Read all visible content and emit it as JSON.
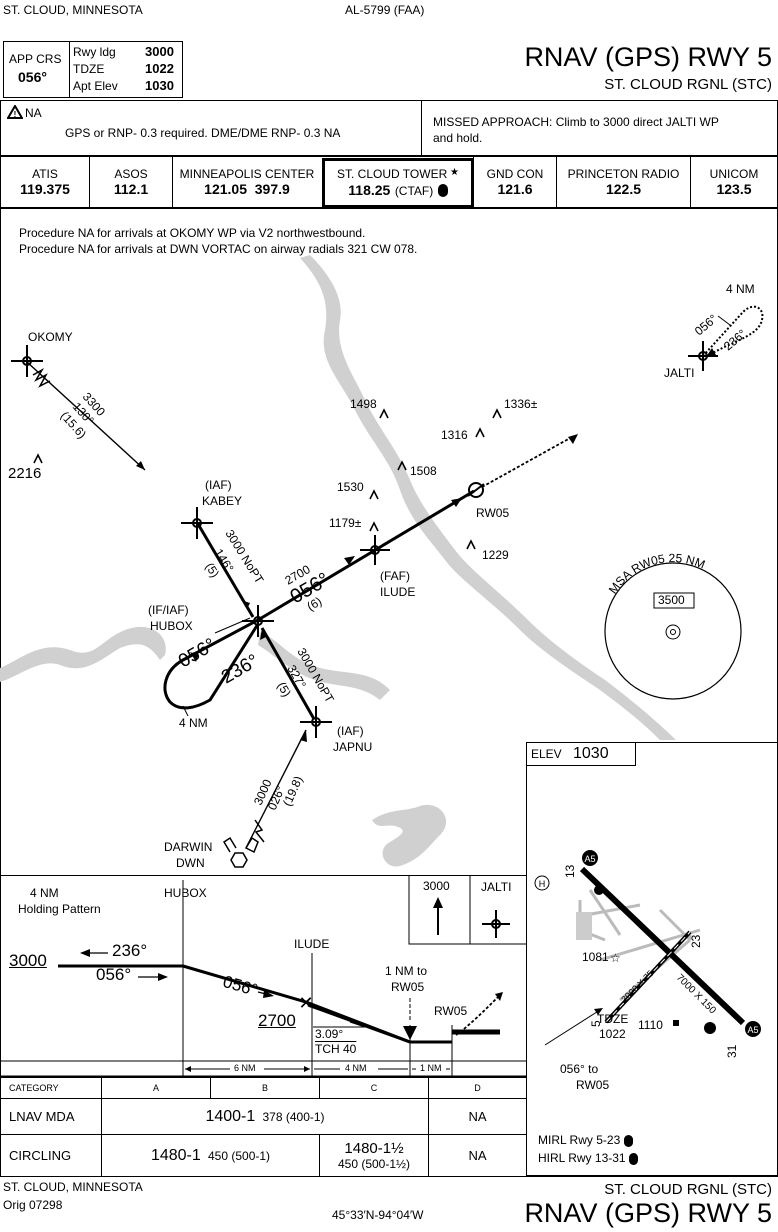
{
  "header": {
    "location": "ST. CLOUD, MINNESOTA",
    "chart_id": "AL-5799 (FAA)",
    "title": "RNAV (GPS) RWY 5",
    "airport": "ST. CLOUD RGNL (STC)",
    "app_crs_label": "APP CRS",
    "app_crs_value": "056°",
    "rwy_ldg_label": "Rwy ldg",
    "rwy_ldg_value": "3000",
    "tdze_label": "TDZE",
    "tdze_value": "1022",
    "apt_elev_label": "Apt Elev",
    "apt_elev_value": "1030"
  },
  "notes": {
    "na_label": "NA",
    "gps_note": "GPS or RNP- 0.3 required.  DME/DME RNP- 0.3 NA",
    "missed_approach_line1": "MISSED APPROACH:  Climb to 3000 direct JALTI WP",
    "missed_approach_line2": "and hold."
  },
  "comms": [
    {
      "name": "ATIS",
      "freq": "119.375"
    },
    {
      "name": "ASOS",
      "freq": "112.1"
    },
    {
      "name": "MINNEAPOLIS CENTER",
      "freq": "121.05  397.9"
    },
    {
      "name": "ST. CLOUD TOWER",
      "freq": "118.25",
      "extra": "(CTAF)"
    },
    {
      "name": "GND CON",
      "freq": "121.6"
    },
    {
      "name": "PRINCETON RADIO",
      "freq": "122.5"
    },
    {
      "name": "UNICOM",
      "freq": "123.5"
    }
  ],
  "plan_view": {
    "note1": "Procedure NA for arrivals at OKOMY WP via V2 northwestbound.",
    "note2": "Procedure NA for arrivals at DWN VORTAC on airway radials 321 CW 078.",
    "fixes": {
      "okomy": "OKOMY",
      "jalti": "JALTI",
      "kabey_role": "(IAF)",
      "kabey": "KABEY",
      "hubox_role": "(IF/IAF)",
      "hubox": "HUBOX",
      "ilude_role": "(FAF)",
      "ilude": "ILUDE",
      "japnu_role": "(IAF)",
      "japnu": "JAPNU",
      "darwin": "DARWIN",
      "dwn": "DWN",
      "rw05": "RW05"
    },
    "obstacles": [
      "1498",
      "1336±",
      "1316",
      "1508",
      "1530",
      "1179±",
      "1229",
      "2216"
    ],
    "okomy_leg": {
      "alt": "3300",
      "course": "130°",
      "dist": "(15.6)"
    },
    "kabey_leg": {
      "alt": "3000 NoPT",
      "course": "146°",
      "dist": "(5)"
    },
    "final_leg": {
      "alt": "2700",
      "course": "056°",
      "dist": "(6)"
    },
    "japnu_leg": {
      "alt": "3000 NoPT",
      "course": "327°",
      "dist": "(5)"
    },
    "darwin_leg": {
      "alt": "3000",
      "course": "026°",
      "dist": "(19.8)"
    },
    "holding_in": "056°",
    "holding_out": "236°",
    "holding_len": "4 NM",
    "jalti_hold": {
      "len": "4 NM",
      "in": "056°",
      "out": "236°"
    },
    "msa": {
      "label": "MSA RW05 25 NM",
      "alt": "3500"
    }
  },
  "airport_diagram": {
    "elev_label": "ELEV",
    "elev_value": "1030",
    "rwy_13": "13",
    "rwy_23": "23",
    "rwy_5": "5",
    "rwy_31": "31",
    "dim_long": "7000 X 150",
    "dim_short": "3000 X 75",
    "obst1": "1081",
    "obst2": "1110",
    "tdze_label": "TDZE",
    "tdze_value": "1022",
    "final_crs": "056° to",
    "final_to": "RW05",
    "mirl": "MIRL Rwy 5-23",
    "hirl": "HIRL Rwy 13-31",
    "helipad": "H",
    "a5": "A5"
  },
  "profile": {
    "holding_label1": "4 NM",
    "holding_label2": "Holding Pattern",
    "hubox": "HUBOX",
    "ilude": "ILUDE",
    "alt_3000": "3000",
    "course_out": "236°",
    "course_in": "056°",
    "course_final": "056°",
    "alt_2700": "2700",
    "gs": "3.09°",
    "tch": "TCH 40",
    "nm_to": "1 NM to",
    "nm_to_rw": "RW05",
    "rw05": "RW05",
    "missed_alt": "3000",
    "jalti": "JALTI",
    "dist_6": "6 NM",
    "dist_4": "4 NM",
    "dist_1": "1 NM"
  },
  "minimums": {
    "category_label": "CATEGORY",
    "cats": [
      "A",
      "B",
      "C",
      "D"
    ],
    "lnav_label": "LNAV  MDA",
    "lnav_main": "1400-1",
    "lnav_sub": "378 (400-1)",
    "lnav_d": "NA",
    "circ_label": "CIRCLING",
    "circ_ab_main": "1480-1",
    "circ_ab_sub": "450 (500-1)",
    "circ_c_main": "1480-1½",
    "circ_c_sub": "450 (500-1½)",
    "circ_d": "NA"
  },
  "footer": {
    "location": "ST. CLOUD, MINNESOTA",
    "orig": "Orig  07298",
    "coords": "45°33′N-94°04′W",
    "airport": "ST. CLOUD RGNL (STC)",
    "title": "RNAV (GPS) RWY 5"
  }
}
